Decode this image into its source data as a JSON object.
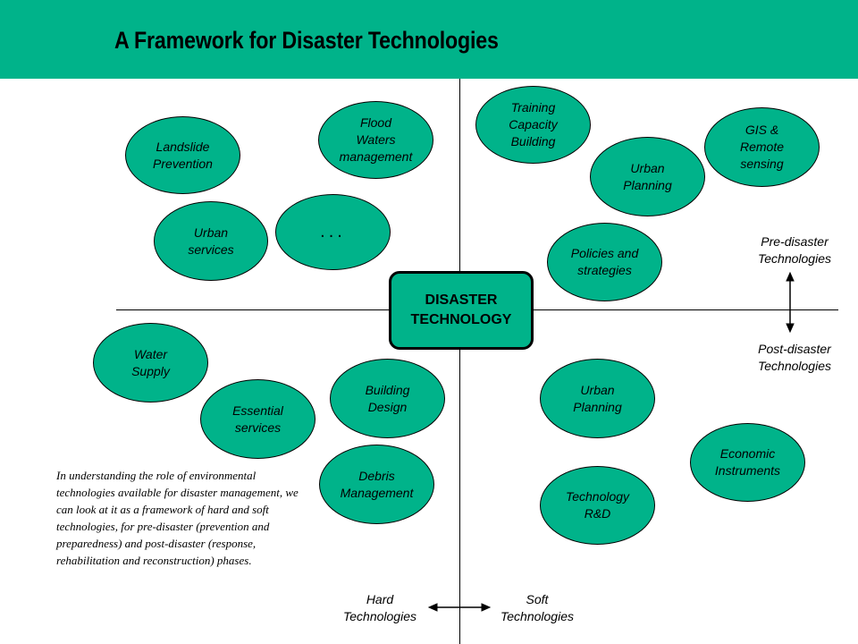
{
  "title": "A Framework for Disaster Technologies",
  "center": "DISASTER\nTECHNOLOGY",
  "bubbles": {
    "landslide": "Landslide\nPrevention",
    "flood": "Flood\nWaters\nmanagement",
    "urban_services": "Urban\nservices",
    "ellipsis": "...",
    "training": "Training\nCapacity\nBuilding",
    "gis": "GIS &\nRemote\nsensing",
    "urban_planning_pre": "Urban\nPlanning",
    "policies": "Policies and\nstrategies",
    "water_supply": "Water\nSupply",
    "essential": "Essential\nservices",
    "building": "Building\nDesign",
    "debris": "Debris\nManagement",
    "urban_planning_post": "Urban\nPlanning",
    "technology_rd": "Technology\nR&D",
    "economic": "Economic\nInstruments"
  },
  "labels": {
    "pre_disaster": "Pre-disaster\nTechnologies",
    "post_disaster": "Post-disaster\nTechnologies",
    "hard": "Hard\nTechnologies",
    "soft": "Soft\nTechnologies"
  },
  "note": "In understanding the role of environmental technologies available for disaster management, we can look at it as a framework of hard and soft technologies, for pre-disaster (prevention and preparedness)  and post-disaster (response, rehabilitation and reconstruction) phases.",
  "colors": {
    "teal": "#00b38a",
    "stroke": "#000000"
  }
}
